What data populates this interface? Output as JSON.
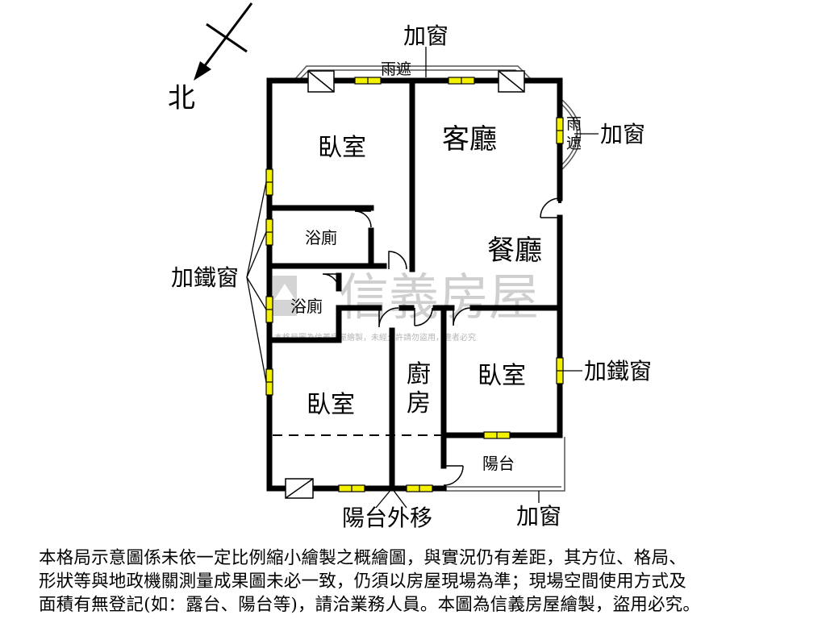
{
  "compass": {
    "north": "北"
  },
  "labels": {
    "add_window_top": "加窗",
    "rain_cover_top": "雨遮",
    "add_window_right": "加窗",
    "rain_cover_right": "雨遮",
    "iron_window_left": "加鐵窗",
    "iron_window_right": "加鐵窗",
    "balcony_moved": "陽台外移",
    "add_window_bottom": "加窗"
  },
  "rooms": {
    "bedroom_top_left": "臥室",
    "living_room": "客廳",
    "bathroom_1": "浴廁",
    "dining_room": "餐廳",
    "bathroom_2": "浴廁",
    "bedroom_right": "臥室",
    "kitchen_1": "廚",
    "kitchen_2": "房",
    "bedroom_bottom_left": "臥室",
    "balcony": "陽台"
  },
  "watermark": {
    "brand": "信義房屋",
    "notice": "本格局圖為信義房屋繪製，未經允許請勿盜用，違者必究"
  },
  "disclaimer": {
    "line1": "本格局示意圖係未依一定比例縮小繪製之概繪圖，與實況仍有差距，其方位、格局、",
    "line2": "形狀等與地政機關測量成果圖未必一致，仍須以房屋現場為準；現場空間使用方式及",
    "line3": "面積有無登記(如：露台、陽台等)，請洽業務人員。本圖為信義房屋繪製，盜用必究。"
  },
  "colors": {
    "wall": "#000000",
    "window_fill": "#f3f000",
    "watermark": "#c9c9c9"
  }
}
